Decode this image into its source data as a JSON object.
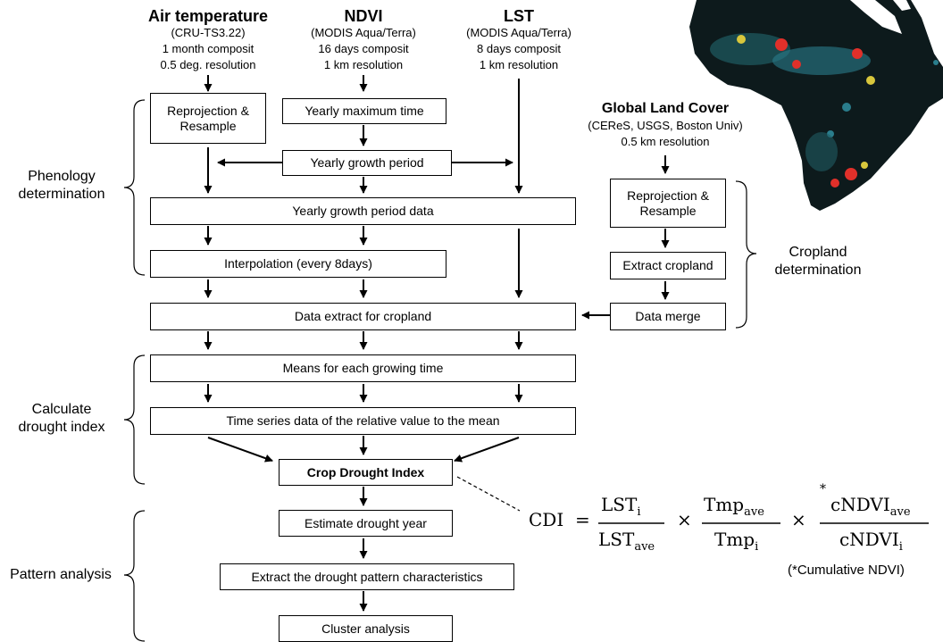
{
  "sources": {
    "air": {
      "title": "Air temperature",
      "line1": "(CRU-TS3.22)",
      "line2": "1 month composit",
      "line3": "0.5 deg. resolution"
    },
    "ndvi": {
      "title": "NDVI",
      "line1": "(MODIS Aqua/Terra)",
      "line2": "16 days composit",
      "line3": "1 km resolution"
    },
    "lst": {
      "title": "LST",
      "line1": "(MODIS Aqua/Terra)",
      "line2": "8 days composit",
      "line3": "1 km resolution"
    },
    "glc": {
      "title": "Global Land Cover",
      "line1": "(CEReS, USGS, Boston Univ)",
      "line2": "0.5 km resolution"
    }
  },
  "boxes": {
    "reproj_air": "Reprojection & Resample",
    "yearly_max": "Yearly maximum time",
    "growth_period": "Yearly growth period",
    "growth_data": "Yearly growth period data",
    "interp": "Interpolation (every 8days)",
    "extract_crop_data": "Data extract for cropland",
    "means": "Means for each growing time",
    "timeseries": "Time series data of the relative value to the mean",
    "cdi": "Crop Drought Index",
    "estimate": "Estimate drought year",
    "pattern_chars": "Extract the drought pattern characteristics",
    "cluster": "Cluster analysis",
    "reproj_glc": "Reprojection & Resample",
    "extract_cropland": "Extract cropland",
    "merge": "Data merge"
  },
  "groups": {
    "phenology": [
      "Phenology",
      "determination"
    ],
    "drought": [
      "Calculate",
      "drought index"
    ],
    "pattern": "Pattern analysis",
    "cropland": [
      "Cropland",
      "determination"
    ]
  },
  "formula": {
    "lhs": "CDI",
    "eq": "=",
    "f1_num": "LST",
    "f1_num_sub": "i",
    "f1_den": "LST",
    "f1_den_sub": "ave",
    "times": "×",
    "f2_num": "Tmp",
    "f2_num_sub": "ave",
    "f2_den": "Tmp",
    "f2_den_sub": "i",
    "f3_star": "*",
    "f3_num": "cNDVI",
    "f3_num_sub": "ave",
    "f3_den": "cNDVI",
    "f3_den_sub": "i",
    "note": "(*Cumulative NDVI)"
  },
  "map": {
    "subject": "Africa cropland map",
    "colors": {
      "land": "#0d1a1c",
      "crop_low": "#2a7d8c",
      "crop_high": "#e0302a",
      "crop_mid": "#d8c73c"
    }
  }
}
